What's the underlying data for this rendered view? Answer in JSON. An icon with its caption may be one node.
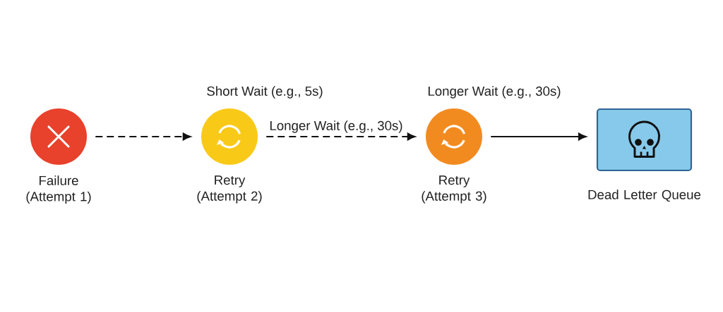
{
  "diagram": {
    "nodes": [
      {
        "text": [
          "Failure (Attempt 1)"
        ]
      },
      {
        "text": [
          "Retry (Attempt 2)"
        ],
        "beside": [
          "Short Wait (e.g., 5s)"
        ]
      },
      {
        "text": [
          "Retry (Attempt 3)"
        ],
        "beside": [
          "Longer Wait (e.g., 30s)"
        ]
      },
      {
        "text": [
          "Dead Letter Queue"
        ]
      }
    ],
    "edges": [
      {
        "from": 0,
        "to": 1,
        "arrow": "to",
        "style": "dashed"
      },
      {
        "from": 1,
        "to": 2,
        "arrow": "to",
        "style": "dashed",
        "label": "Longer Wait (e.g., 30s)"
      },
      {
        "from": 2,
        "to": 3,
        "arrow": "to"
      }
    ]
  }
}
